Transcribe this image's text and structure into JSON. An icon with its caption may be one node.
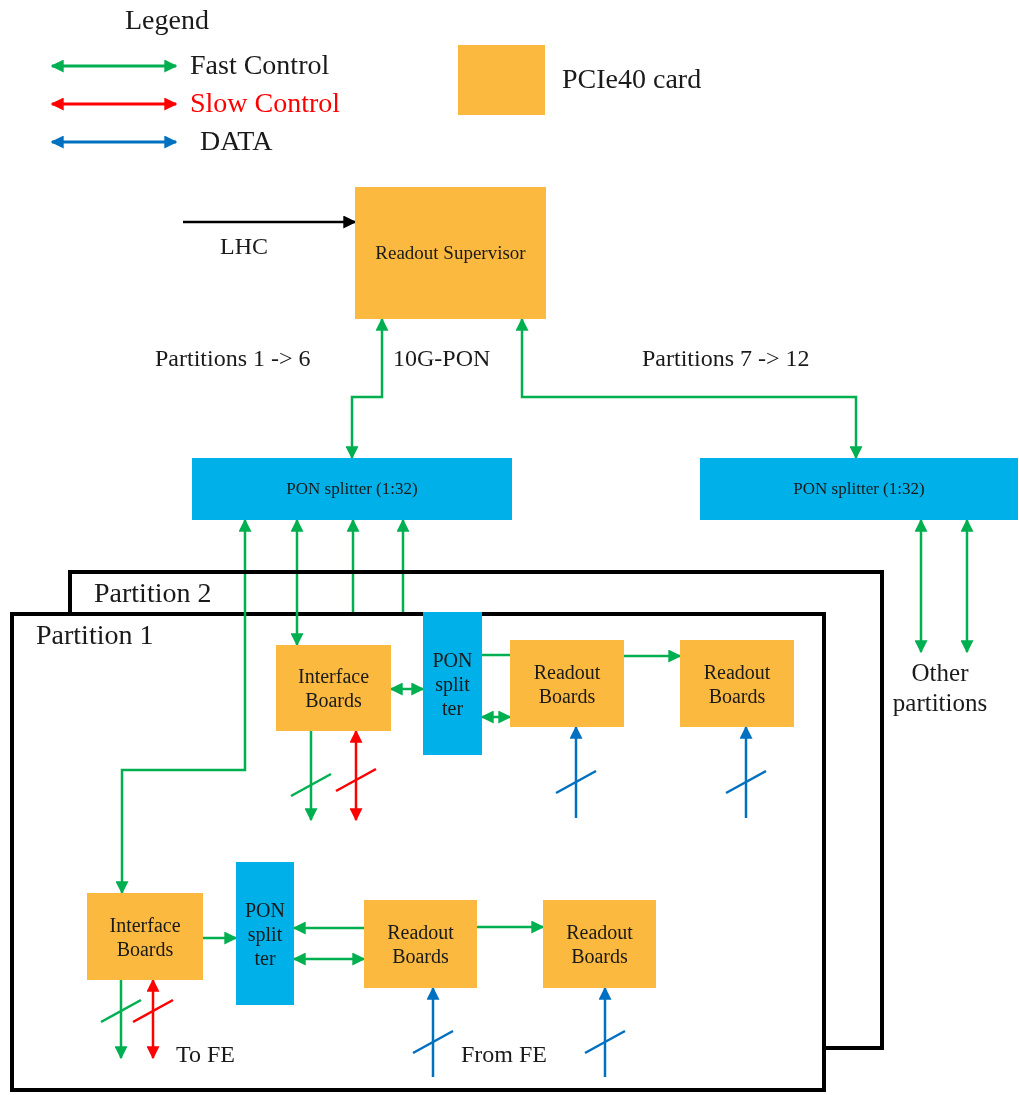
{
  "diagram": {
    "nodes": [
      {
        "text": [
          "Readout Supervisor"
        ]
      },
      {
        "text": [
          "PON splitter (1:32)"
        ]
      },
      {
        "text": [
          "PON splitter (1:32)"
        ]
      },
      {
        "text": [
          "Partition 2"
        ]
      },
      {
        "text": [
          "Partition 1"
        ]
      },
      {
        "text": [
          "Interface Boards"
        ],
        "in": 4
      },
      {
        "text": [
          "PON split ter"
        ],
        "in": 4
      },
      {
        "text": [
          "Readout Boards"
        ],
        "in": 4
      },
      {
        "text": [
          "Readout Boards"
        ],
        "in": 4
      },
      {
        "text": [
          "Interface Boards"
        ],
        "in": 4
      },
      {
        "text": [
          "PON split ter"
        ],
        "in": 4
      },
      {
        "text": [
          "Readout Boards"
        ],
        "in": 4
      },
      {
        "text": [
          "Readout Boards"
        ],
        "in": 4
      },
      {
        "text": [
          "Other partitions"
        ]
      }
    ],
    "edges": [
      {
        "from": 1,
        "to": 0,
        "arrow": "both"
      },
      {
        "from": 2,
        "to": 0,
        "arrow": "both"
      },
      {
        "from": 1,
        "to": 9,
        "arrow": "both"
      },
      {
        "from": 1,
        "to": 5,
        "arrow": "both"
      },
      {
        "from": 4,
        "to": 1,
        "arrow": "to"
      },
      {
        "from": 4,
        "to": 1,
        "arrow": "to"
      },
      {
        "from": 5,
        "to": 6,
        "arrow": "both"
      },
      {
        "from": 6,
        "to": 7,
        "arrow": "none"
      },
      {
        "from": 6,
        "to": 7,
        "arrow": "both"
      },
      {
        "from": 7,
        "to": 8,
        "arrow": "to"
      },
      {
        "from": 5,
        "to": null,
        "arrow": "to"
      },
      {
        "from": 5,
        "to": null,
        "arrow": "both",
        "color": "#ff0000"
      },
      {
        "from": null,
        "to": 7,
        "arrow": "to",
        "color": "#0070c0"
      },
      {
        "from": null,
        "to": 8,
        "arrow": "to",
        "color": "#0070c0"
      },
      {
        "from": 9,
        "to": 10,
        "arrow": "to"
      },
      {
        "from": 11,
        "to": 10,
        "arrow": "to"
      },
      {
        "from": 10,
        "to": 11,
        "arrow": "both"
      },
      {
        "from": 11,
        "to": 12,
        "arrow": "to"
      },
      {
        "from": 9,
        "to": null,
        "arrow": "to"
      },
      {
        "from": 9,
        "to": null,
        "arrow": "both",
        "color": "#ff0000"
      },
      {
        "from": null,
        "to": 11,
        "arrow": "to",
        "color": "#0070c0"
      },
      {
        "from": null,
        "to": 12,
        "arrow": "to",
        "color": "#0070c0"
      },
      {
        "from": 2,
        "to": 13,
        "arrow": "both"
      },
      {
        "from": 2,
        "to": 13,
        "arrow": "both"
      },
      {
        "from": null,
        "to": 0,
        "arrow": "to",
        "color": "#000000",
        "label": "LHC"
      }
    ],
    "labels": [
      "Legend",
      "Partitions 1 -> 6",
      "10G-PON",
      "Partitions 7 -> 12",
      "To FE",
      "From FE"
    ],
    "legend": [
      {
        "text": "Fast Control"
      },
      {
        "text": "Slow Control"
      },
      {
        "text": "DATA"
      },
      {
        "text": "PCIe40 card",
        "color": "#fbb93f"
      }
    ]
  }
}
